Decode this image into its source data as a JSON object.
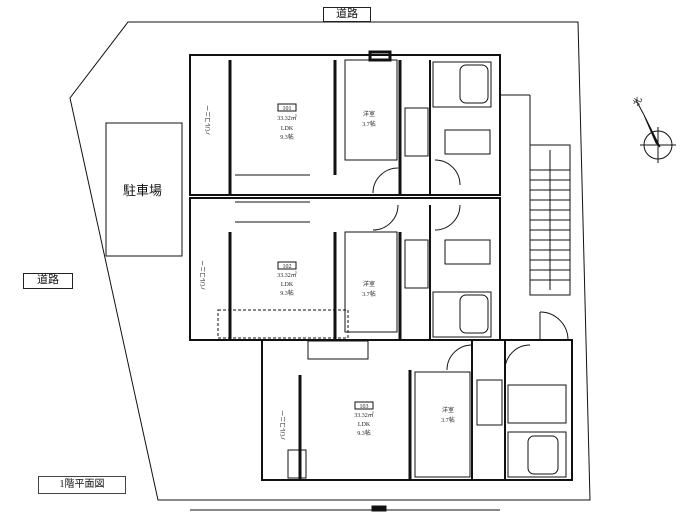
{
  "roads": {
    "top": "道路",
    "left": "道路"
  },
  "parking": "駐車場",
  "floor_caption": "1階平面図",
  "compass": {
    "north": "北"
  },
  "units": [
    {
      "id": "101",
      "area": "33.32㎡",
      "ldk": "LDK",
      "ldk_size": "9.3帖",
      "room": "洋室",
      "room_size": "3.7帖",
      "balcony": "バルコニー"
    },
    {
      "id": "102",
      "area": "33.32㎡",
      "ldk": "LDK",
      "ldk_size": "9.3帖",
      "room": "洋室",
      "room_size": "3.7帖",
      "balcony": "バルコニー"
    },
    {
      "id": "103",
      "area": "33.32㎡",
      "ldk": "LDK",
      "ldk_size": "9.3帖",
      "room": "洋室",
      "room_size": "3.7帖",
      "balcony": "バルコニー"
    }
  ]
}
